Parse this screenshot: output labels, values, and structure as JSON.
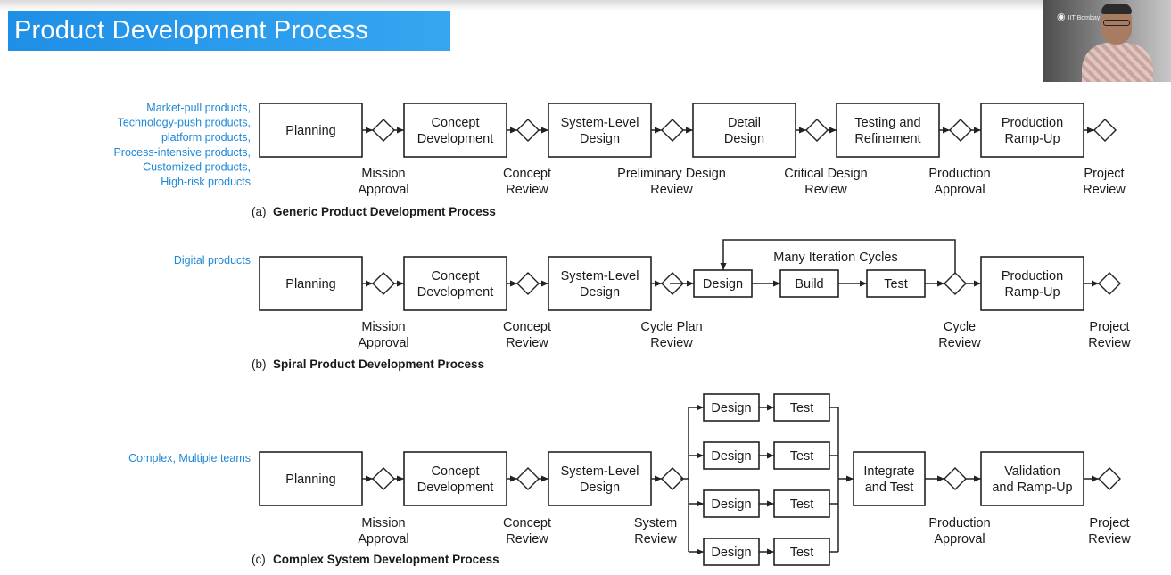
{
  "slide": {
    "title": "Product Development Process",
    "title_color": "#1e8fe6",
    "accent_text_color": "#1e88d8"
  },
  "webcam": {
    "logo_text": "IIT Bombay"
  },
  "processes": [
    {
      "key": "a",
      "letter": "(a)",
      "caption": "Generic Product Development Process",
      "product_types": [
        "Market-pull products,",
        "Technology-push products,",
        "platform products,",
        "Process-intensive products,",
        "Customized products,",
        "High-risk products"
      ],
      "phases": [
        [
          "Planning"
        ],
        [
          "Concept",
          "Development"
        ],
        [
          "System-Level",
          "Design"
        ],
        [
          "Detail",
          "Design"
        ],
        [
          "Testing and",
          "Refinement"
        ],
        [
          "Production",
          "Ramp-Up"
        ]
      ],
      "reviews": [
        [
          "Mission",
          "Approval"
        ],
        [
          "Concept",
          "Review"
        ],
        [
          "Preliminary Design",
          "Review"
        ],
        [
          "Critical Design",
          "Review"
        ],
        [
          "Production",
          "Approval"
        ],
        [
          "Project",
          "Review"
        ]
      ]
    },
    {
      "key": "b",
      "letter": "(b)",
      "caption": "Spiral Product Development Process",
      "product_types": [
        "Digital products"
      ],
      "phases": [
        [
          "Planning"
        ],
        [
          "Concept",
          "Development"
        ],
        [
          "System-Level",
          "Design"
        ],
        [
          "Production",
          "Ramp-Up"
        ]
      ],
      "loop_steps": [
        "Design",
        "Build",
        "Test"
      ],
      "loop_label": "Many Iteration Cycles",
      "reviews": [
        [
          "Mission",
          "Approval"
        ],
        [
          "Concept",
          "Review"
        ],
        [
          "Cycle Plan",
          "Review"
        ],
        [
          "Cycle",
          "Review"
        ],
        [
          "Project",
          "Review"
        ]
      ]
    },
    {
      "key": "c",
      "letter": "(c)",
      "caption": "Complex System Development Process",
      "product_types": [
        "Complex, Multiple teams"
      ],
      "phases": [
        [
          "Planning"
        ],
        [
          "Concept",
          "Development"
        ],
        [
          "System-Level",
          "Design"
        ],
        [
          "Integrate",
          "and Test"
        ],
        [
          "Validation",
          "and Ramp-Up"
        ]
      ],
      "parallel_steps": [
        "Design",
        "Test"
      ],
      "parallel_tracks": 4,
      "reviews": [
        [
          "Mission",
          "Approval"
        ],
        [
          "Concept",
          "Review"
        ],
        [
          "System",
          "Review"
        ],
        [
          "Production",
          "Approval"
        ],
        [
          "Project",
          "Review"
        ]
      ]
    }
  ]
}
